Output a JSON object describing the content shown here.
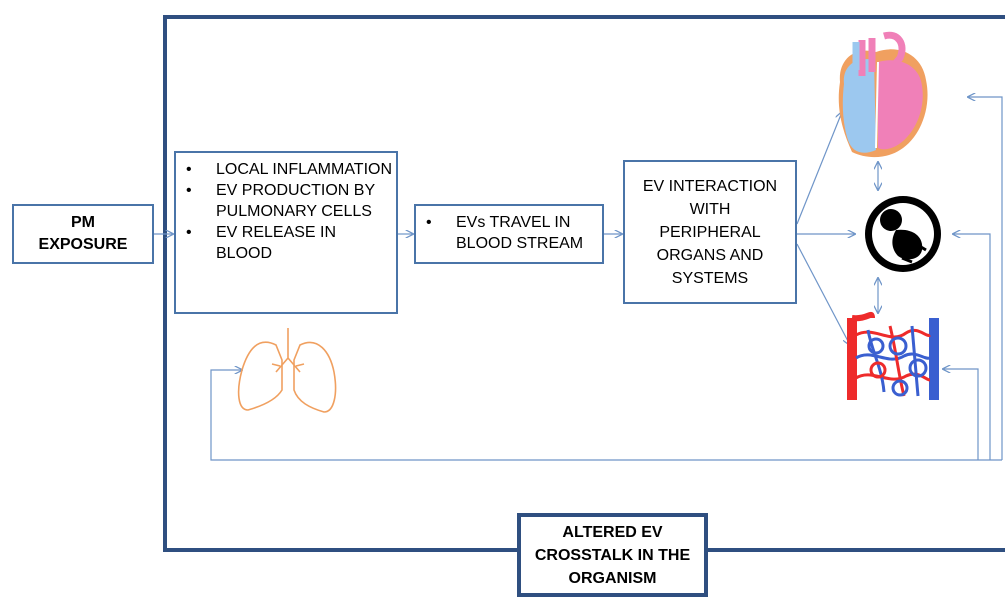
{
  "pm_box": {
    "lines": [
      "PM",
      "EXPOSURE"
    ]
  },
  "box1": {
    "items": [
      "LOCAL INFLAMMATION",
      "EV PRODUCTION BY PULMONARY CELLS",
      "EV RELEASE IN BLOOD"
    ]
  },
  "box2": {
    "items": [
      "EVs TRAVEL IN BLOOD STREAM"
    ]
  },
  "box3": {
    "lines": [
      "EV INTERACTION",
      "WITH",
      "PERIPHERAL",
      "ORGANS AND",
      "SYSTEMS"
    ]
  },
  "bottom_box": {
    "lines": [
      "ALTERED EV",
      "CROSSTALK IN THE",
      "ORGANISM"
    ]
  },
  "icons": {
    "lungs": "lungs-icon",
    "heart": "heart-icon",
    "fetus": "fetus-icon",
    "vessels": "blood-vessels-icon"
  },
  "colors": {
    "frame": "#2f4f80",
    "box_border": "#4a74a8",
    "arrow": "#6f95c8",
    "lungs": "#f0a060",
    "heart_blue": "#9cc8ef",
    "heart_pink": "#f080b8",
    "artery": "#ee2b2b",
    "vein": "#3a5fd0"
  }
}
